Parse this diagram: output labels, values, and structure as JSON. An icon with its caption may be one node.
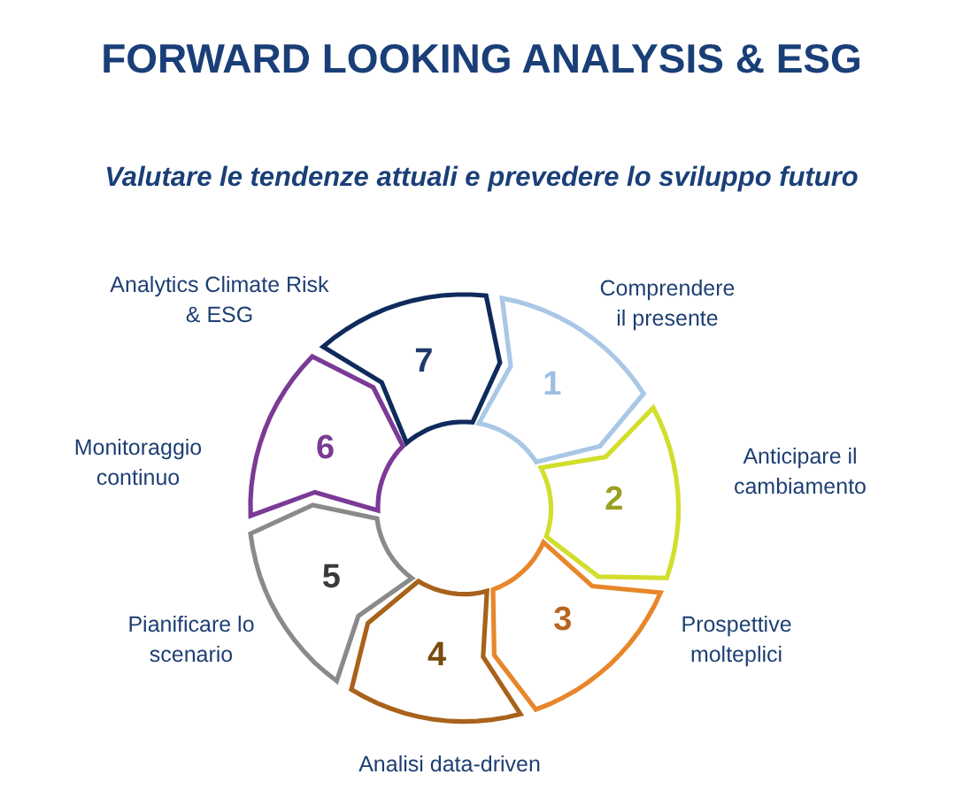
{
  "diagram": {
    "title": "FORWARD LOOKING ANALYSIS & ESG",
    "nodes": [
      {
        "text": [
          "1"
        ],
        "beside": [
          "Comprendere il presente"
        ]
      },
      {
        "text": [
          "2"
        ],
        "beside": [
          "Anticipare il cambiamento"
        ]
      },
      {
        "text": [
          "3"
        ],
        "beside": [
          "Prospettive molteplici"
        ]
      },
      {
        "text": [
          "4"
        ],
        "beside": [
          "Analisi data-driven"
        ]
      },
      {
        "text": [
          "5"
        ],
        "beside": [
          "Pianificare lo scenario"
        ]
      },
      {
        "text": [
          "6"
        ],
        "beside": [
          "Monitoraggio continuo"
        ]
      },
      {
        "text": [
          "7"
        ],
        "beside": [
          "Analytics Climate Risk & ESG"
        ]
      }
    ],
    "labels": [
      "Valutare le tendenze attuali e prevedere lo sviluppo futuro"
    ]
  }
}
